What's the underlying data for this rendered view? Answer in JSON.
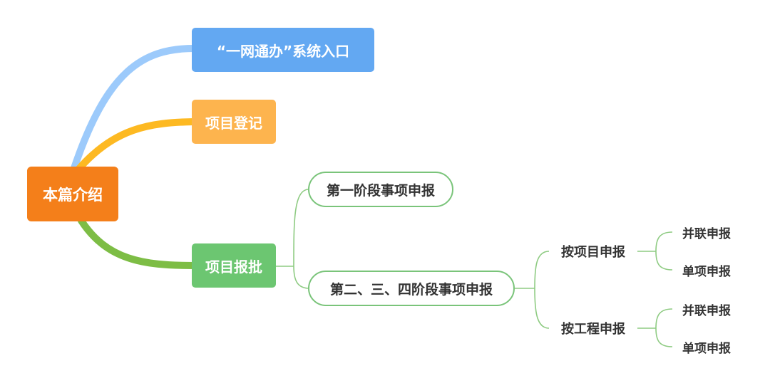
{
  "root": {
    "label": "本篇介绍"
  },
  "branches": {
    "portal": "“一网通办”系统入口",
    "registration": "项目登记",
    "approval": "项目报批"
  },
  "approval_children": {
    "stage1": "第一阶段事项申报",
    "stage234": "第二、三、四阶段事项申报"
  },
  "stage234_children": {
    "by_project": "按项目申报",
    "by_engineering": "按工程申报"
  },
  "leaves": {
    "by_project_parallel": "并联申报",
    "by_project_single": "单项申报",
    "by_engineering_parallel": "并联申报",
    "by_engineering_single": "单项申报"
  },
  "colors": {
    "root": "#f47f1a",
    "portal": "#63a8f2",
    "registration": "#fdb44e",
    "approval": "#6cc671",
    "approval_connectors": "#7ac47a",
    "portal_link": "#9ccafb",
    "registration_link": "#fdb922",
    "approval_link": "#7dbd45"
  }
}
